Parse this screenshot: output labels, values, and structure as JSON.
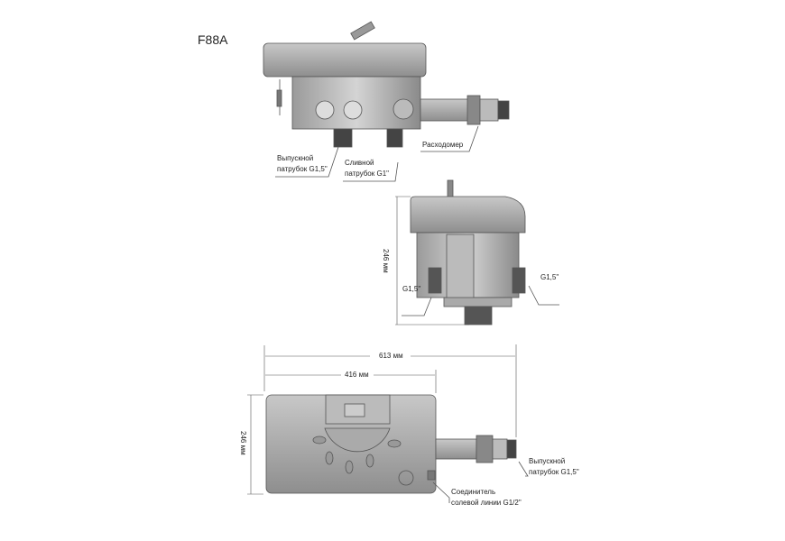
{
  "model": "F88A",
  "top_view": {
    "outlet_label_1": "Выпускной",
    "outlet_label_2": "патрубок G1,5\"",
    "drain_label_1": "Сливной",
    "drain_label_2": "патрубок G1\"",
    "flowmeter_label": "Расходомер"
  },
  "side_view": {
    "height_dim": "246 мм",
    "left_port": "G1,5\"",
    "right_port": "G1,5\""
  },
  "plan_view": {
    "total_length_dim": "613 мм",
    "body_length_dim": "416 мм",
    "depth_dim": "246 мм",
    "outlet_label_1": "Выпускной",
    "outlet_label_2": "патрубок G1,5\"",
    "brine_label_1": "Соединитель",
    "brine_label_2": "солевой линии G1/2\""
  }
}
